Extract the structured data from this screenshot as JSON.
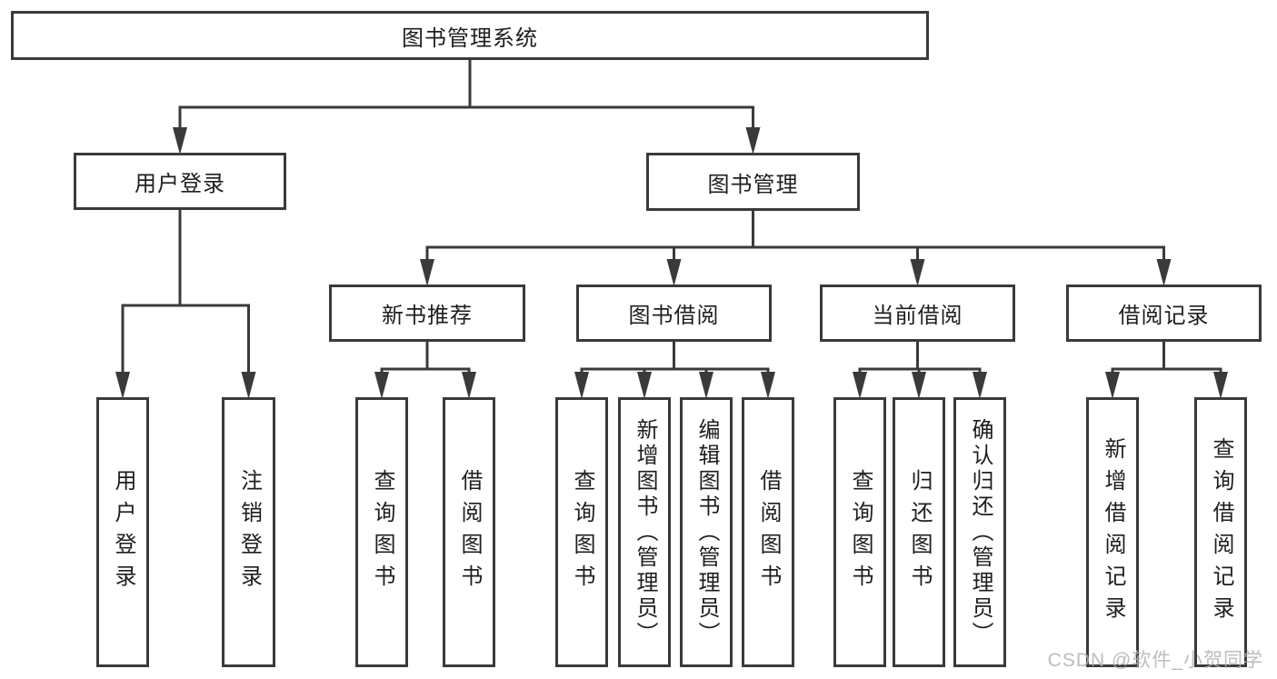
{
  "colors": {
    "line": "#3a3a3a",
    "box_border": "#3a3a3a",
    "text": "#1e1e1e",
    "watermark": "#b0b0b0",
    "background": "#ffffff"
  },
  "watermark": "CSDN @软件_小贺同学",
  "nodes": [
    {
      "id": "root",
      "label": "图书管理系统",
      "parent": null
    },
    {
      "id": "user-login",
      "label": "用户登录",
      "parent": "root"
    },
    {
      "id": "book-mgmt",
      "label": "图书管理",
      "parent": "root"
    },
    {
      "id": "new-book-rec",
      "label": "新书推荐",
      "parent": "book-mgmt"
    },
    {
      "id": "book-borrow",
      "label": "图书借阅",
      "parent": "book-mgmt"
    },
    {
      "id": "current-borrow",
      "label": "当前借阅",
      "parent": "book-mgmt"
    },
    {
      "id": "borrow-records",
      "label": "借阅记录",
      "parent": "book-mgmt"
    },
    {
      "id": "ul-user-login",
      "label": "用户登录",
      "parent": "user-login"
    },
    {
      "id": "ul-logout",
      "label": "注销登录",
      "parent": "user-login"
    },
    {
      "id": "nbr-query",
      "label": "查询图书",
      "parent": "new-book-rec"
    },
    {
      "id": "nbr-borrow",
      "label": "借阅图书",
      "parent": "new-book-rec"
    },
    {
      "id": "bb-query",
      "label": "查询图书",
      "parent": "book-borrow"
    },
    {
      "id": "bb-add",
      "label": "新增图书（管理员）",
      "parent": "book-borrow"
    },
    {
      "id": "bb-edit",
      "label": "编辑图书（管理员）",
      "parent": "book-borrow"
    },
    {
      "id": "bb-borrow",
      "label": "借阅图书",
      "parent": "book-borrow"
    },
    {
      "id": "cb-query",
      "label": "查询图书",
      "parent": "current-borrow"
    },
    {
      "id": "cb-return",
      "label": "归还图书",
      "parent": "current-borrow"
    },
    {
      "id": "cb-confirm",
      "label": "确认归还（管理员）",
      "parent": "current-borrow"
    },
    {
      "id": "br-add",
      "label": "新增借阅记录",
      "parent": "borrow-records"
    },
    {
      "id": "br-query",
      "label": "查询借阅记录",
      "parent": "borrow-records"
    }
  ]
}
